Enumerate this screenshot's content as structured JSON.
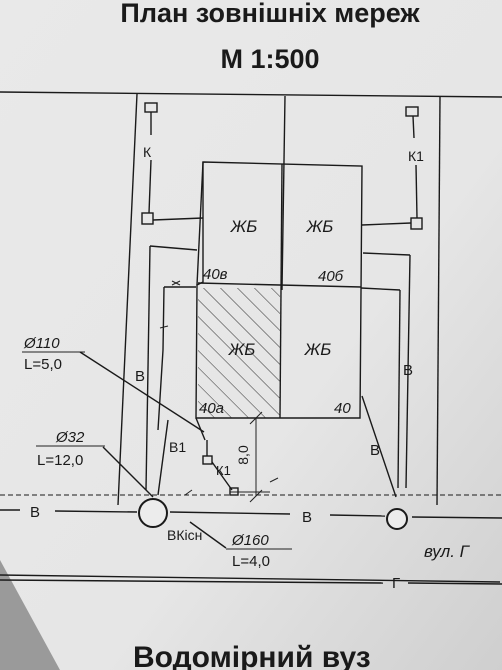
{
  "title": {
    "line1": "План зовнішніх мереж",
    "line2": "М 1:500"
  },
  "labels": {
    "k_left": "К",
    "k1_right": "К1",
    "zb_top_left": "ЖБ",
    "zb_top_right": "ЖБ",
    "zb_mid_left": "ЖБ",
    "zb_mid_right": "ЖБ",
    "b_40v": "40в",
    "b_40b": "40б",
    "b_40a": "40а",
    "b_40": "40",
    "pipe1_d": "Ø110",
    "pipe1_l": "L=5,0",
    "pipe2_d": "Ø32",
    "pipe2_l": "L=12,0",
    "pipe3_d": "Ø160",
    "pipe3_l": "L=4,0",
    "v_left": "В",
    "v_right": "В",
    "v_lower_right": "В",
    "v1_left": "В1",
    "k1_small": "К1",
    "dim_8": "8,0",
    "line_v_left": "В",
    "line_v_mid": "В",
    "vk_label": "ВКісн",
    "street": "вул. Г",
    "g_line": "Г",
    "bottom": "Водомірний вуз"
  },
  "colors": {
    "paper": "#ebebeb",
    "ink": "#1a1a1a",
    "shadow": "#8a8a8a"
  }
}
